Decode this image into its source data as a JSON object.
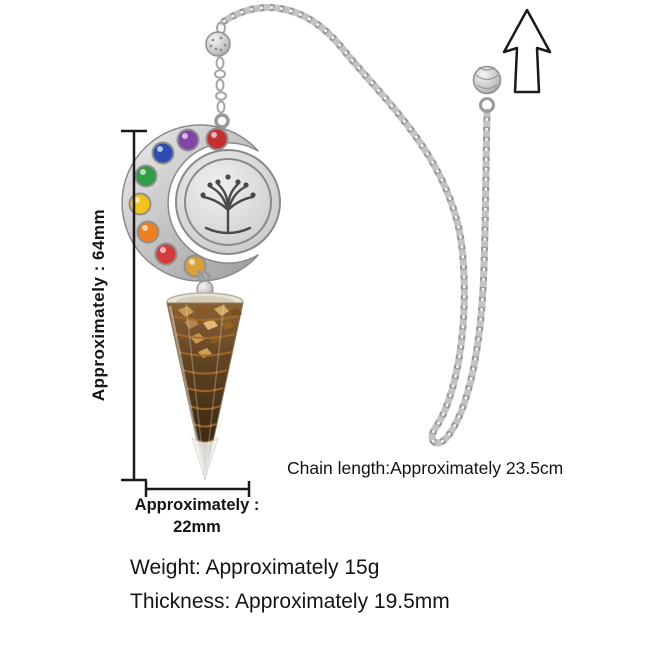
{
  "product": {
    "description": "Chakra crescent-moon tree-of-life pendulum with faceted tiger-eye cone pendant and silver chain"
  },
  "labels": {
    "height": "Approximately : 64mm",
    "width_line1": "Approximately :",
    "width_line2": "22mm",
    "chain": "Chain length:Approximately 23.5cm",
    "weight": "Weight: Approximately 15g",
    "thickness": "Thickness: Approximately 19.5mm"
  },
  "colors": {
    "chakra_beads": [
      "#c62f2f",
      "#8244a8",
      "#2d4db5",
      "#2f9e44",
      "#f2c218",
      "#f07f1f",
      "#d43c3c",
      "#d9a03a"
    ],
    "metal": "#c0c0c0",
    "tigereye_dark": "#3c2a12",
    "tigereye_light": "#a97c3e",
    "copper_wire": "#a86c28",
    "dimension_line": "#1a1a1a"
  }
}
